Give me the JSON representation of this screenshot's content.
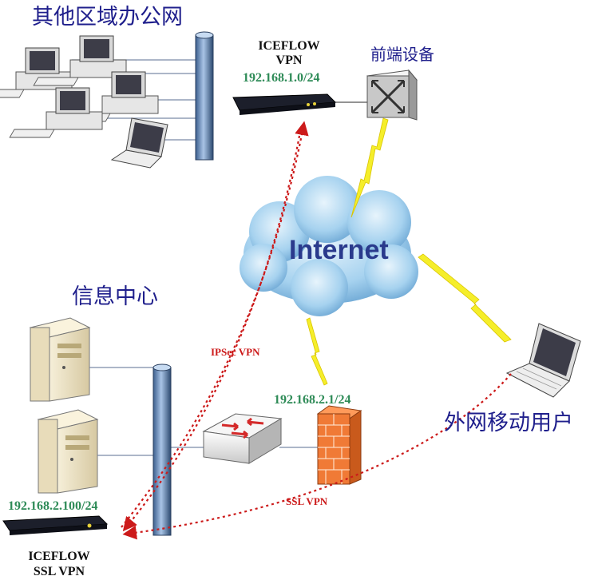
{
  "labels": {
    "remote_office": "其他区域办公网",
    "front_device": "前端设备",
    "info_center": "信息中心",
    "mobile_users": "外网移动用户",
    "internet": "Internet",
    "ipsec_vpn": "IPSec VPN",
    "ssl_vpn": "SSL VPN"
  },
  "devices": {
    "top_vpn": {
      "line1": "ICEFLOW",
      "line2": "VPN",
      "ip": "192.168.1.0/24"
    },
    "bottom_vpn": {
      "line1": "ICEFLOW",
      "line2": "SSL VPN",
      "ip": "192.168.2.100/24"
    },
    "firewall": {
      "ip": "192.168.2.1/24"
    }
  },
  "colors": {
    "heading": "#1f1f8c",
    "ip_text": "#2e8b57",
    "vpn_link": "#cc1a1a",
    "lightning": "#f5ee2a",
    "cloud": "#8fc4e8",
    "internet_text": "#2a3a8c"
  },
  "icons": [
    "desktop-pc-icon",
    "laptop-icon",
    "server-icon",
    "switch-icon",
    "firewall-icon",
    "router-icon",
    "cloud-icon"
  ]
}
